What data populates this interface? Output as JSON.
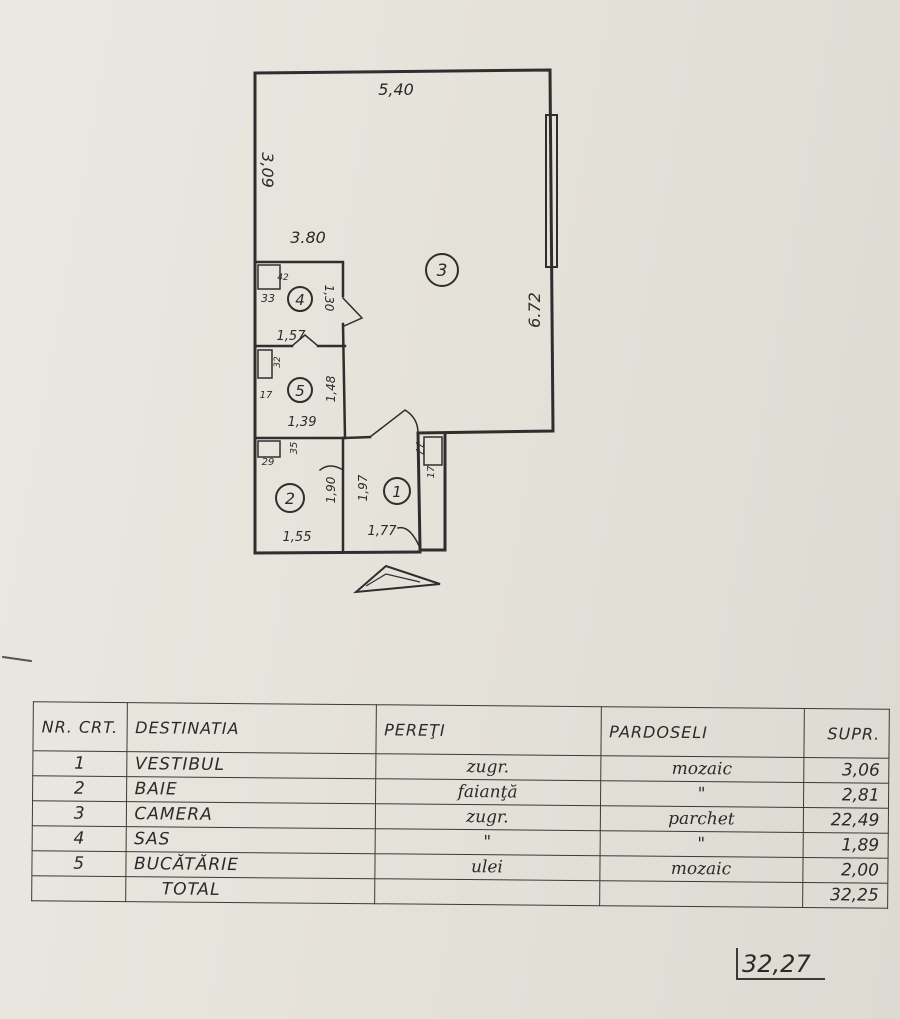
{
  "plan": {
    "dims": {
      "top_width": "5,40",
      "left_height": "3,09",
      "inner_width": "3.80",
      "right_height": "6.72",
      "sas_width": "1,57",
      "sas_height": "1,30",
      "sas_left": "33",
      "sas_corner": "42",
      "kitchen_width": "1,39",
      "kitchen_height": "1,48",
      "kitchen_left": "17",
      "kitchen_top": "32",
      "bath_width": "1,55",
      "bath_height": "1,90",
      "bath_corner_a": "29",
      "bath_corner_b": "35",
      "hall_width": "1,77",
      "hall_height": "1,97",
      "hall_nib_a": "77",
      "hall_nib_b": "17"
    },
    "rooms": [
      "1",
      "2",
      "3",
      "4",
      "5"
    ]
  },
  "table": {
    "headers": {
      "nr": "NR. CRT.",
      "dest": "DESTINATIA",
      "pereti": "PEREŢI",
      "pardoseli": "PARDOSELI",
      "supr": "SUPR."
    },
    "rows": [
      {
        "nr": "1",
        "dest": "VESTIBUL",
        "pereti": "zugr.",
        "pardoseli": "mozaic",
        "supr": "3,06"
      },
      {
        "nr": "2",
        "dest": "BAIE",
        "pereti": "faianţă",
        "pardoseli": "\"",
        "supr": "2,81"
      },
      {
        "nr": "3",
        "dest": "CAMERA",
        "pereti": "zugr.",
        "pardoseli": "parchet",
        "supr": "22,49"
      },
      {
        "nr": "4",
        "dest": "SAS",
        "pereti": "\"",
        "pardoseli": "\"",
        "supr": "1,89"
      },
      {
        "nr": "5",
        "dest": "BUCĂTĂRIE",
        "pereti": "ulei",
        "pardoseli": "mozaic",
        "supr": "2,00"
      }
    ],
    "total_label": "TOTAL",
    "total_value": "32,25",
    "handwritten_total": "32,27"
  }
}
